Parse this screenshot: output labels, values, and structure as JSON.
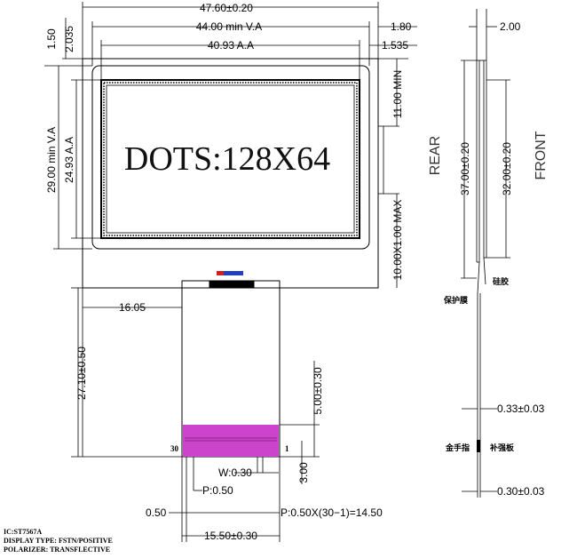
{
  "main_dims": {
    "overall_width": "47.60±0.20",
    "va_width": "44.00 min V.A",
    "aa_width": "40.93 A.A",
    "right_margin_1": "1.80",
    "right_margin_2": "1.535",
    "top_1": "1.50",
    "top_2": "2.035",
    "va_height": "29.00 min V.A",
    "aa_height": "24.93 A.A",
    "dots_label": "DOTS:128X64",
    "right_11": "11.00 MIN",
    "right_10": "10.00X1.00 MAX",
    "left_16": "16.05",
    "left_27": "27.10±0.50",
    "fpc_5": "5.00±0.30",
    "fpc_3": "3.00",
    "w_label": "W:0.30",
    "p_label": "P:0.50",
    "left_050": "0.50",
    "pitch_label": "P:0.50X(30−1)=14.50",
    "fpc_width": "15.50±0.30",
    "pin_30": "30",
    "pin_1": "1"
  },
  "side_dims": {
    "top_2": "2.00",
    "rear": "REAR",
    "front": "FRONT",
    "h37": "37.00±0.20",
    "h32": "32.00±0.20",
    "t033": "0.33±0.03",
    "t030": "0.30±0.03",
    "lbl_right_top": "硅胶",
    "lbl_left_top": "保护膜",
    "lbl_left_bottom": "金手指",
    "lbl_right_bottom": "补强板"
  },
  "notes": {
    "ic": "IC:ST7567A",
    "display_type": "DISPLAY TYPE: FSTN/POSITIVE",
    "polarizer": "POLARIZER: TRANSFLECTIVE"
  },
  "colors": {
    "fpc_stiffener": "#cc44cc",
    "connector_red": "#d02020",
    "connector_blue": "#2040c0"
  }
}
